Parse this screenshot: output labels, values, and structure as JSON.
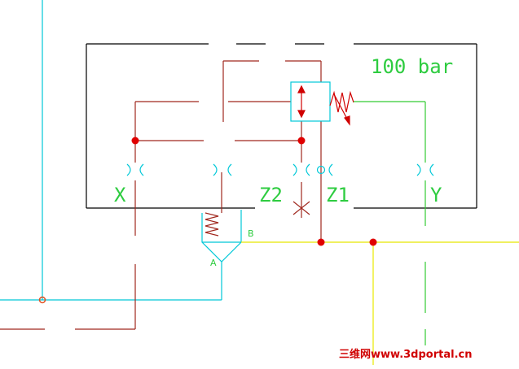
{
  "labels": {
    "pressure": "100 bar",
    "port_x": "X",
    "port_z2": "Z2",
    "port_z1": "Z1",
    "port_y": "Y",
    "port_a": "A",
    "port_b": "B"
  },
  "watermark": "三维网www.3dportal.cn",
  "colors": {
    "frame": "#000000",
    "pilot_line": "#a0281e",
    "supply_line": "#00c8d8",
    "return_line": "#e8e800",
    "drain_line": "#33cc33",
    "junction": "#e00000",
    "label": "#2ecc40"
  }
}
